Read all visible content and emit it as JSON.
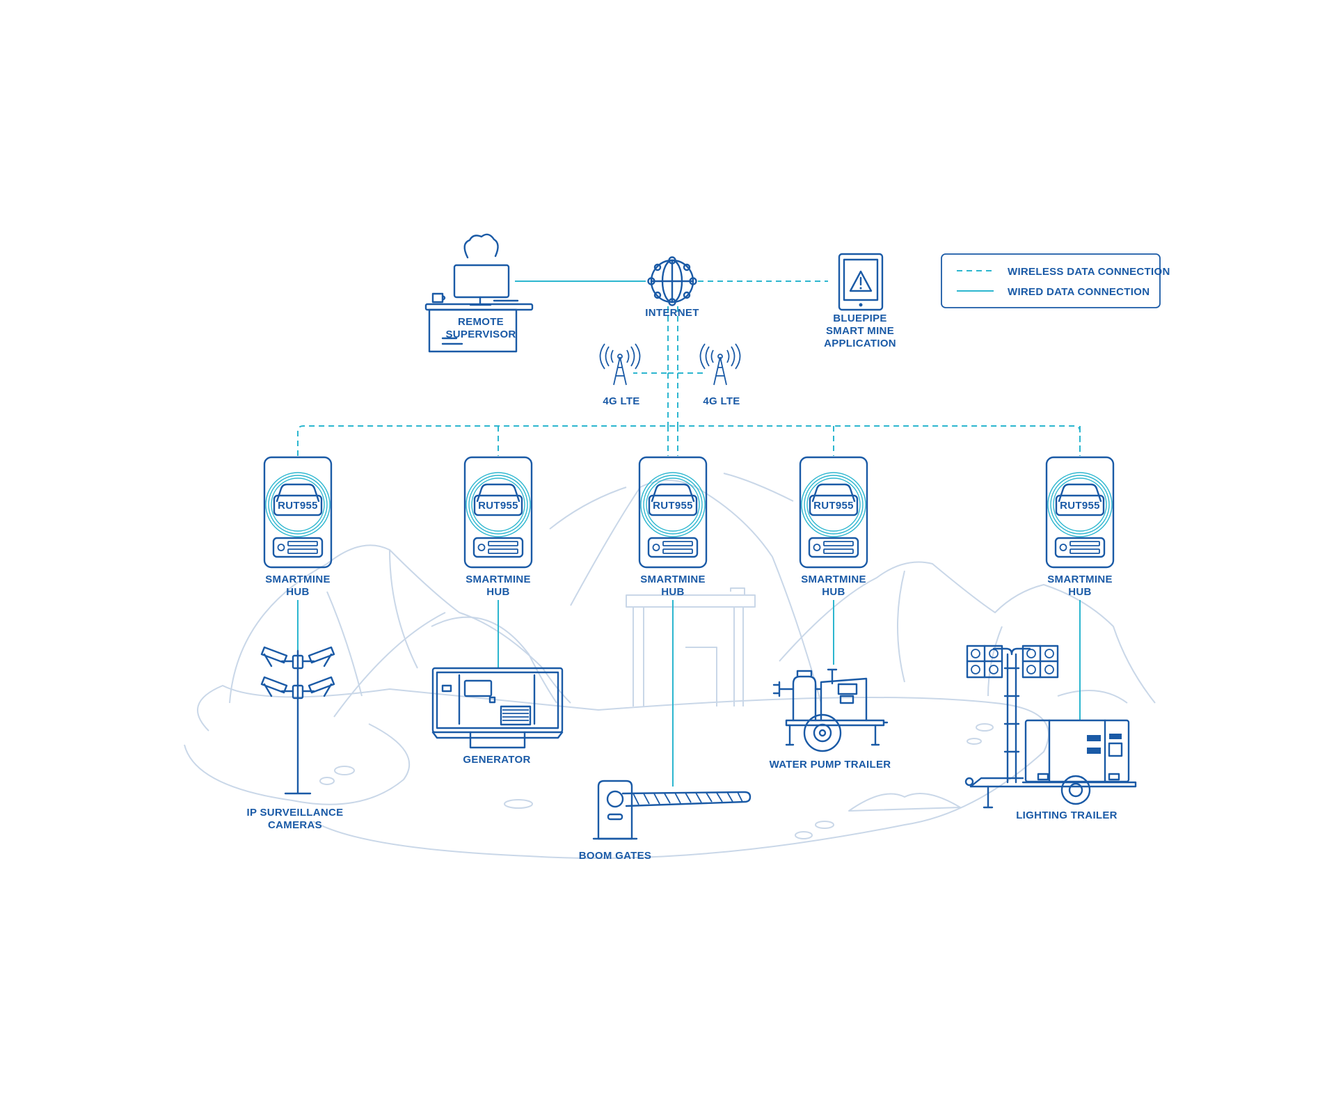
{
  "legend": {
    "wireless": "WIRELESS DATA CONNECTION",
    "wired": "WIRED DATA CONNECTION"
  },
  "remote_supervisor": {
    "line1": "REMOTE",
    "line2": "SUPERVISOR"
  },
  "internet": {
    "label": "INTERNET"
  },
  "app": {
    "line1": "BLUEPIPE",
    "line2": "SMART MINE",
    "line3": "APPLICATION"
  },
  "towers": [
    "4G LTE",
    "4G LTE"
  ],
  "hubs": [
    {
      "device": "RUT955",
      "line1": "SMARTMINE",
      "line2": "HUB"
    },
    {
      "device": "RUT955",
      "line1": "SMARTMINE",
      "line2": "HUB"
    },
    {
      "device": "RUT955",
      "line1": "SMARTMINE",
      "line2": "HUB"
    },
    {
      "device": "RUT955",
      "line1": "SMARTMINE",
      "line2": "HUB"
    },
    {
      "device": "RUT955",
      "line1": "SMARTMINE",
      "line2": "HUB"
    }
  ],
  "equipment": {
    "cameras_line1": "IP SURVEILLANCE",
    "cameras_line2": "CAMERAS",
    "generator": "GENERATOR",
    "boom_gates": "BOOM GATES",
    "water_pump": "WATER PUMP TRAILER",
    "lighting": "LIGHTING TRAILER"
  },
  "colors": {
    "primary": "#1a5aa6",
    "connection": "#2cb6cf",
    "background_lines": "#c9d7e8"
  }
}
